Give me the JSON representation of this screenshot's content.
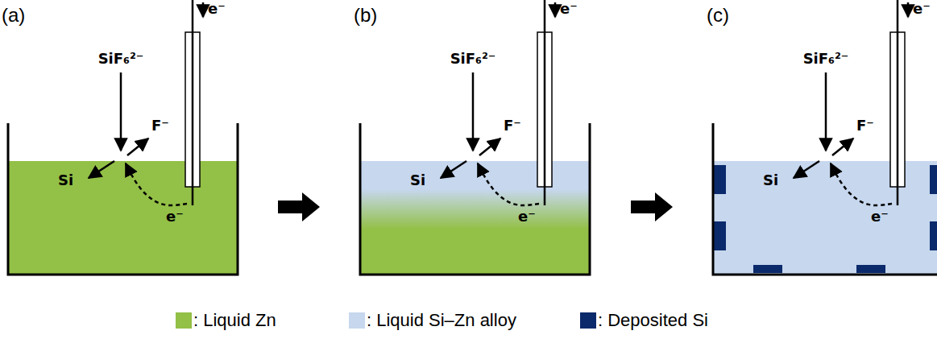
{
  "diagram": {
    "labels": [
      "(a)",
      "e⁻",
      "SiF₆²⁻",
      "F⁻",
      "Si",
      "e⁻",
      "(b)",
      "e⁻",
      "SiF₆²⁻",
      "F⁻",
      "Si",
      "e⁻",
      "(c)",
      "e⁻",
      "SiF₆²⁻",
      "F⁻",
      "Si",
      "e⁻"
    ],
    "legend": [
      {
        "text": ": Liquid Zn",
        "color": "#93c047"
      },
      {
        "text": ": Liquid Si–Zn alloy",
        "color": "#c6d7ee"
      },
      {
        "text": ": Deposited Si",
        "color": "#0b2a6b"
      }
    ]
  }
}
